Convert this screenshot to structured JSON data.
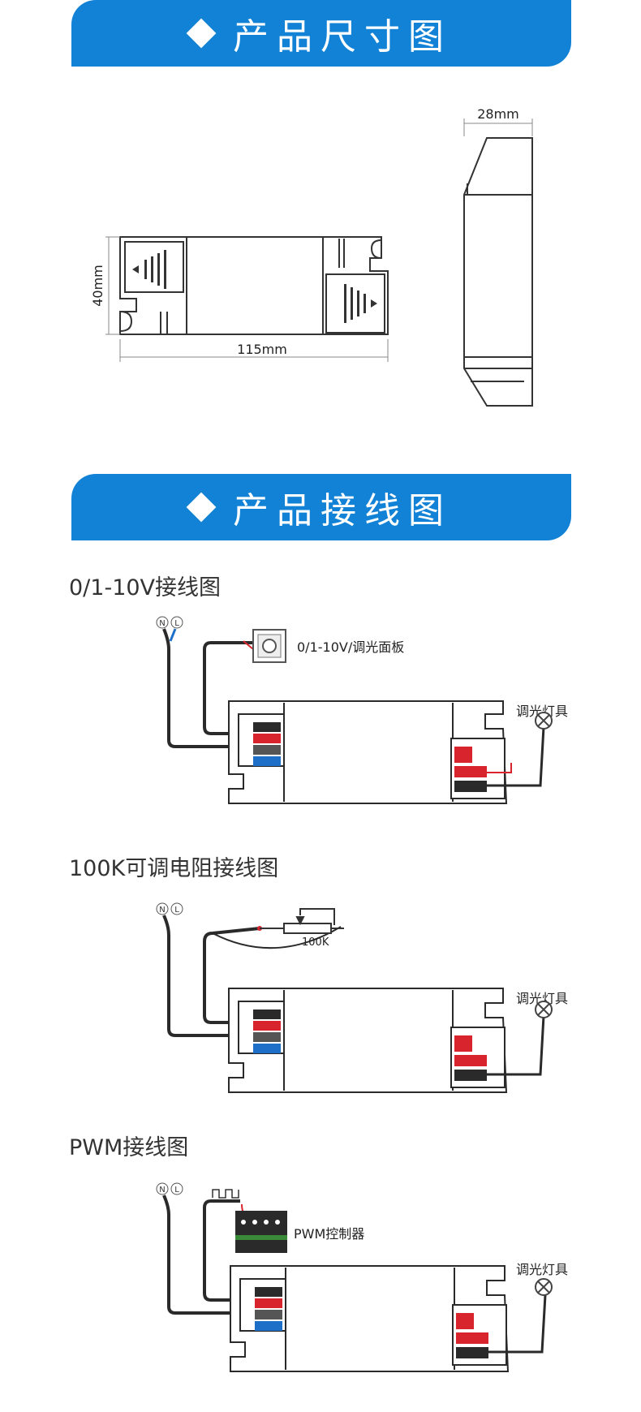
{
  "sections": {
    "dimensions": {
      "title": "产品尺寸图",
      "width_label": "115mm",
      "height_label": "40mm",
      "depth_label": "28mm"
    },
    "wiring": {
      "title": "产品接线图"
    }
  },
  "diagrams": [
    {
      "title": "0/1-10V接线图",
      "controller_label": "0/1-10V/调光面板",
      "lamp_label": "调光灯具",
      "n_label": "N",
      "l_label": "L"
    },
    {
      "title": "100K可调电阻接线图",
      "resistor_label": "100K",
      "lamp_label": "调光灯具",
      "n_label": "N",
      "l_label": "L"
    },
    {
      "title": "PWM接线图",
      "controller_label": "PWM控制器",
      "lamp_label": "调光灯具",
      "n_label": "N",
      "l_label": "L"
    }
  ],
  "colors": {
    "accent": "#1282d6",
    "red": "#d7242d",
    "blue": "#1e6fc8",
    "dark": "#2a2a2a"
  }
}
